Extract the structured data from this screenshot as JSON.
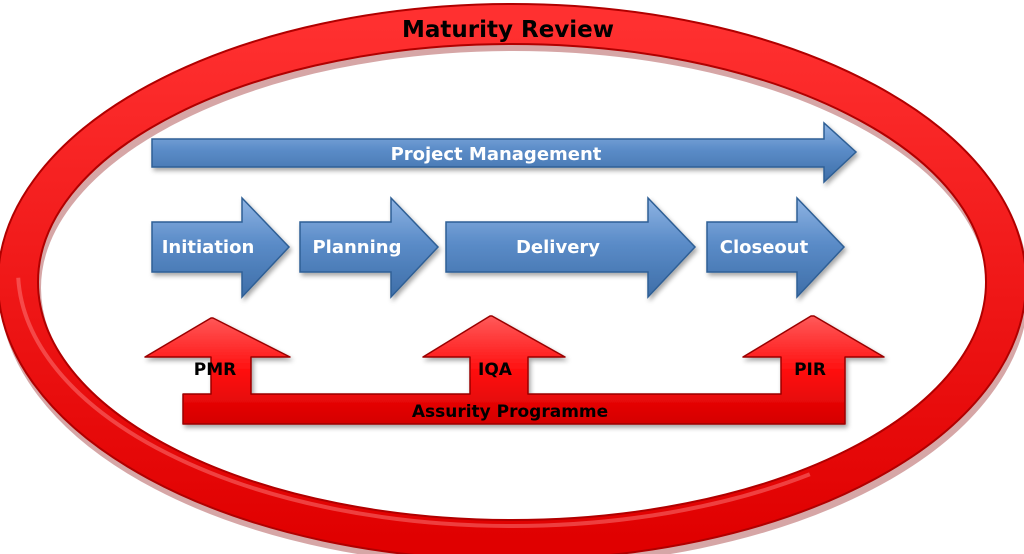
{
  "title": "Maturity Review",
  "project_management": "Project Management",
  "phases": [
    "Initiation",
    "Planning",
    "Delivery",
    "Closeout"
  ],
  "assurance": {
    "checkpoints": [
      "PMR",
      "IQA",
      "PIR"
    ],
    "programme": "Assurity Programme"
  },
  "colors": {
    "ring": "#ff0000",
    "ring_dark": "#b00000",
    "arrow_blue": "#4f81bd",
    "arrow_blue_light": "#7aa3d6",
    "arrow_blue_edge": "#2f5f95",
    "red_arrow": "#ff1a1a",
    "red_arrow_edge": "#9a0000"
  }
}
